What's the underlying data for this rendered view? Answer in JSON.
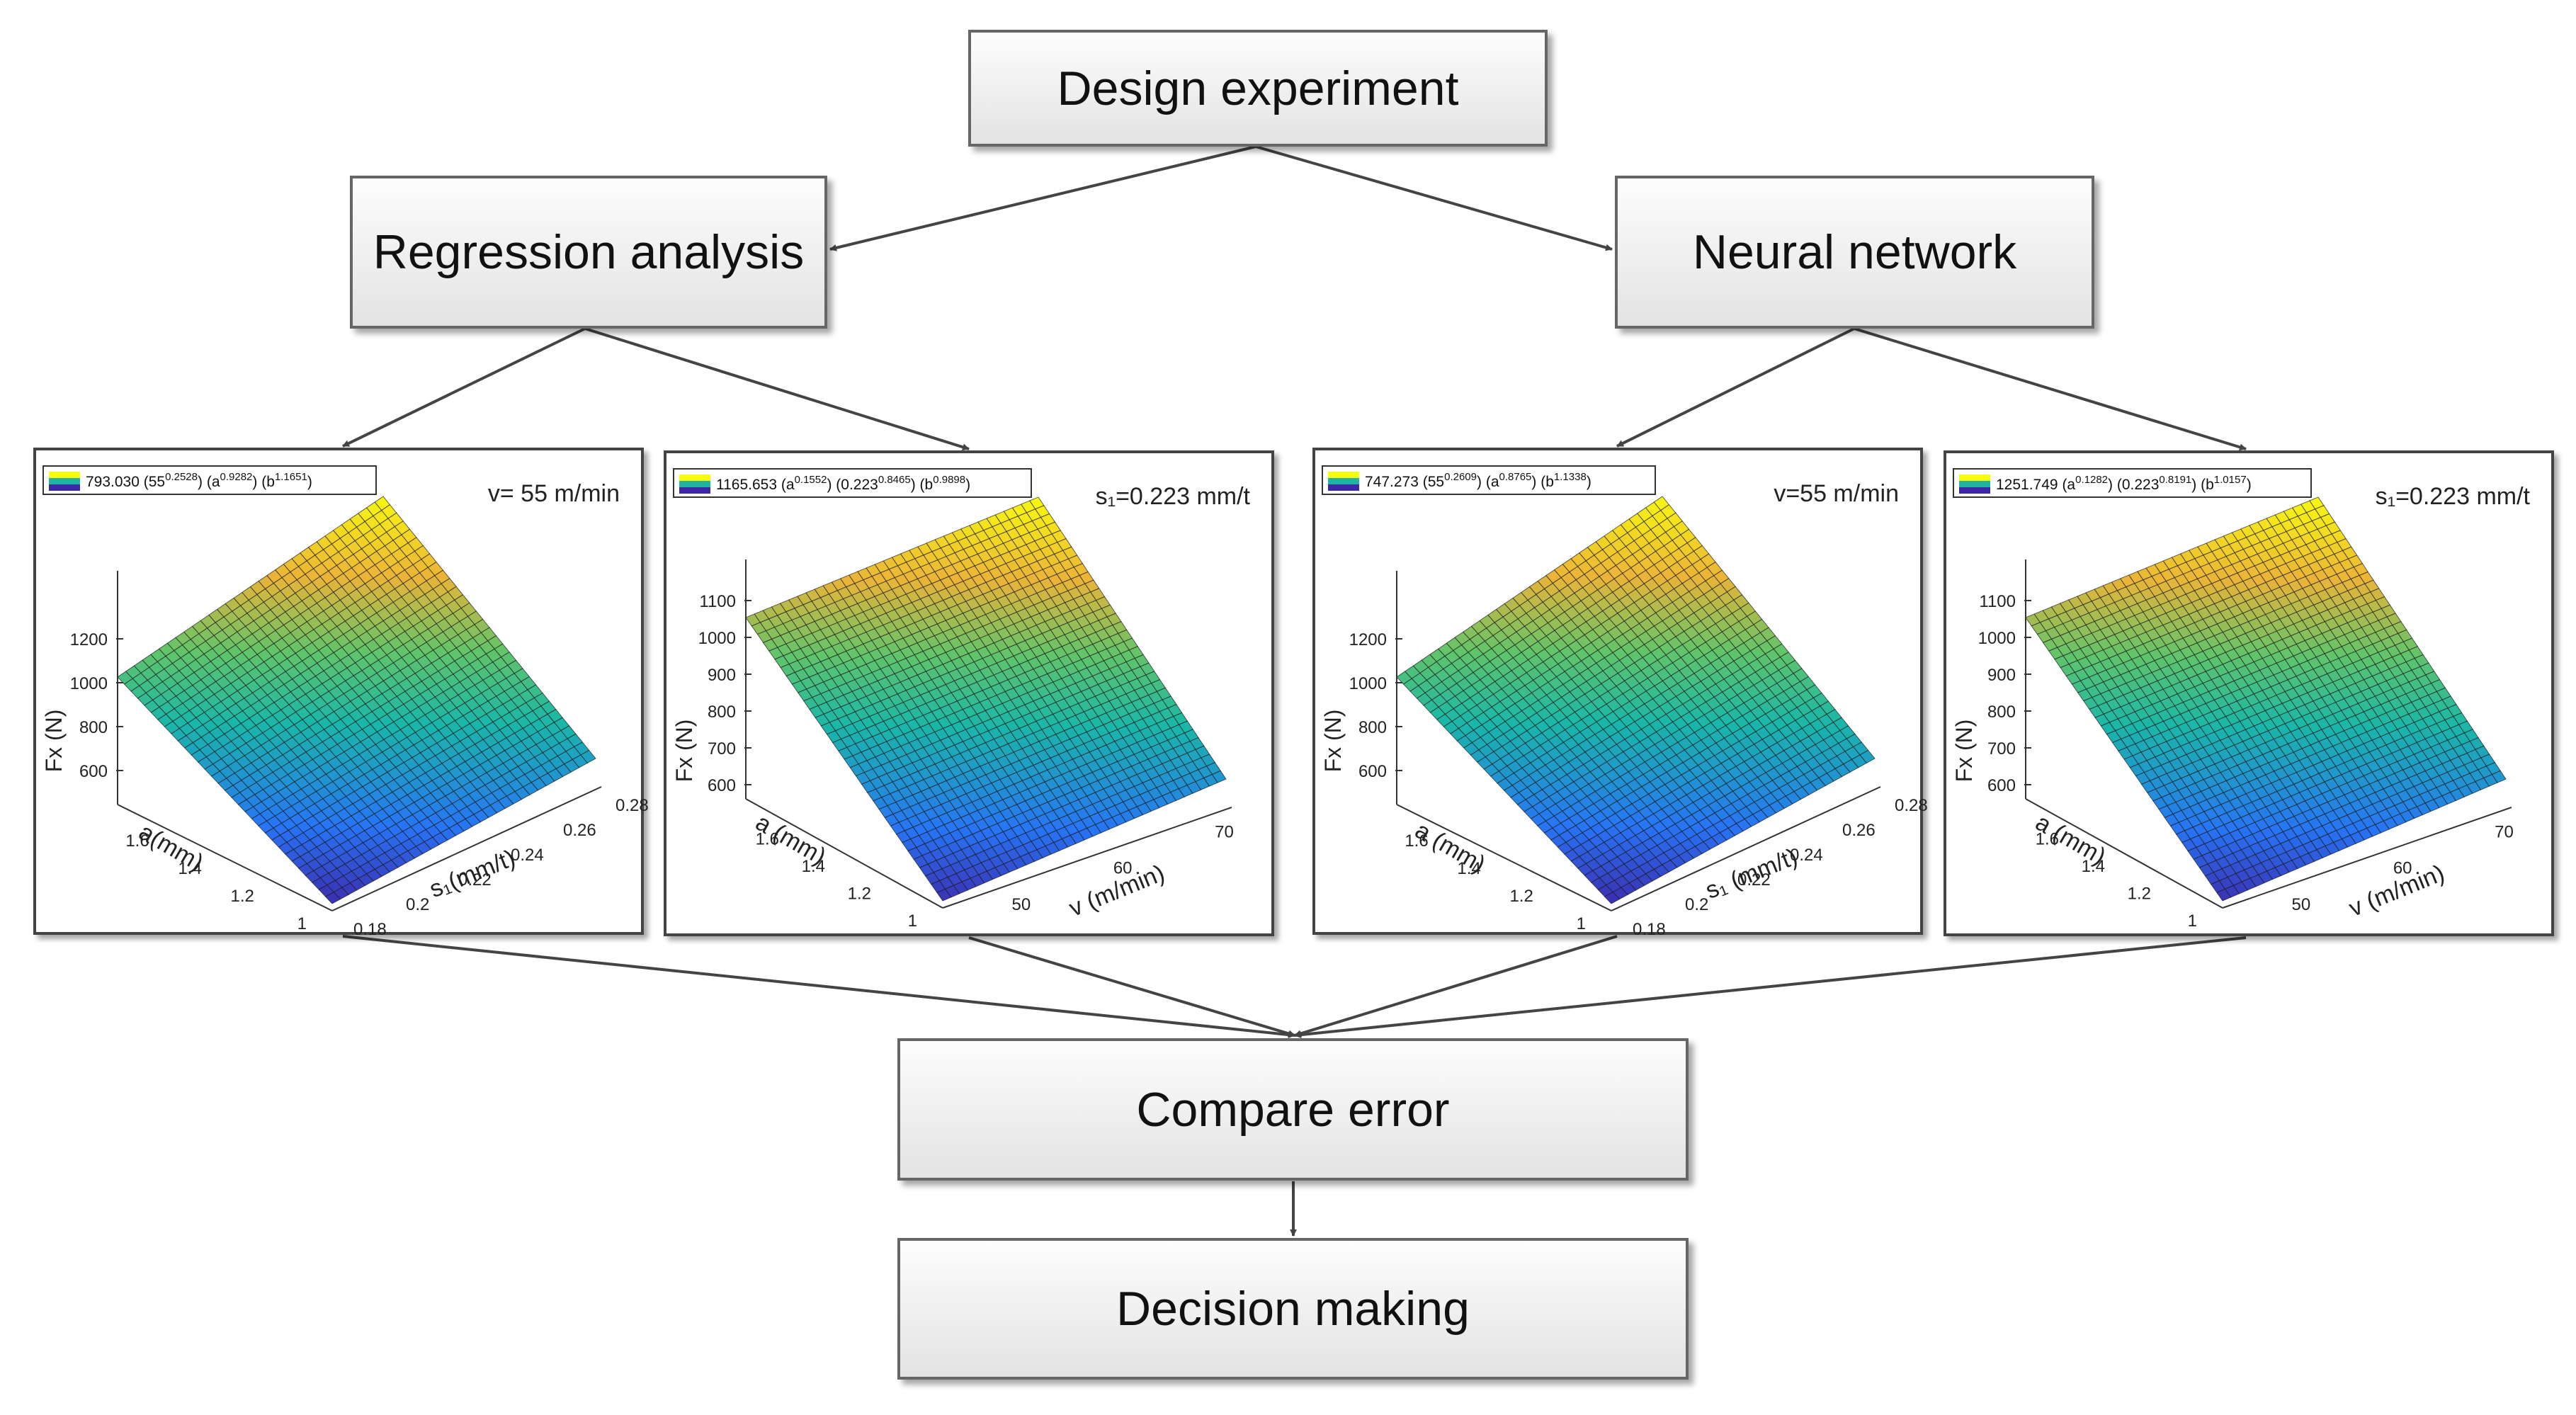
{
  "boxes": {
    "design": "Design experiment",
    "regression": "Regression analysis",
    "neural": "Neural network",
    "compare": "Compare error",
    "decision": "Decision making"
  },
  "colors": {
    "box_border": "#666666",
    "arrow": "#444444",
    "surface_low": "#3e26a8",
    "surface_mid": "#1fb4a2",
    "surface_high": "#f9fb0e"
  },
  "panels": [
    {
      "id": "reg-s1",
      "legend": {
        "coef": "793.030",
        "terms": [
          {
            "base": "(55",
            "exp": "0.2528",
            "close": ")"
          },
          {
            "base": "(a",
            "exp": "0.9282",
            "close": ")"
          },
          {
            "base": "(b",
            "exp": "1.1651",
            "close": ")"
          }
        ]
      },
      "condition": "v= 55 m/min",
      "condition_italic_prefix": "v",
      "zlabel": "Fx (N)",
      "alabel": "a(mm)",
      "xlabel": "s₁(mm/t)",
      "zticks": [
        "600",
        "800",
        "1000",
        "1200"
      ],
      "aticks": [
        "1",
        "1.2",
        "1.4",
        "1.6"
      ],
      "xticks": [
        "0.18",
        "0.2",
        "0.22",
        "0.24",
        "0.26",
        "0.28"
      ]
    },
    {
      "id": "reg-v",
      "legend": {
        "coef": "1165.653",
        "terms": [
          {
            "base": "(a",
            "exp": "0.1552",
            "close": ")"
          },
          {
            "base": "(0.223",
            "exp": "0.8465",
            "close": ")"
          },
          {
            "base": "(b",
            "exp": "0.9898",
            "close": ")"
          }
        ]
      },
      "condition": "s₁=0.223 mm/t",
      "zlabel": "Fx (N)",
      "alabel": "a (mm)",
      "xlabel": "v (m/min)",
      "zticks": [
        "600",
        "700",
        "800",
        "900",
        "1000",
        "1100"
      ],
      "aticks": [
        "1",
        "1.2",
        "1.4",
        "1.6"
      ],
      "xticks": [
        "50",
        "60",
        "70"
      ]
    },
    {
      "id": "nn-s1",
      "legend": {
        "coef": "747.273",
        "terms": [
          {
            "base": "(55",
            "exp": "0.2609",
            "close": ")"
          },
          {
            "base": "(a",
            "exp": "0.8765",
            "close": ")"
          },
          {
            "base": "(b",
            "exp": "1.1338",
            "close": ")"
          }
        ]
      },
      "condition": "v=55 m/min",
      "zlabel": "Fx (N)",
      "alabel": "a (mm)",
      "xlabel": "s₁ (mm/t)",
      "zticks": [
        "600",
        "800",
        "1000",
        "1200"
      ],
      "aticks": [
        "1",
        "1.2",
        "1.4",
        "1.6"
      ],
      "xticks": [
        "0.18",
        "0.2",
        "0.22",
        "0.24",
        "0.26",
        "0.28"
      ]
    },
    {
      "id": "nn-v",
      "legend": {
        "coef": "1251.749",
        "terms": [
          {
            "base": "(a",
            "exp": "0.1282",
            "close": ")"
          },
          {
            "base": "(0.223",
            "exp": "0.8191",
            "close": ")"
          },
          {
            "base": "(b",
            "exp": "1.0157",
            "close": ")"
          }
        ]
      },
      "condition": "s₁=0.223 mm/t",
      "zlabel": "Fx (N)",
      "alabel": "a (mm)",
      "xlabel": "v (m/min)",
      "zticks": [
        "600",
        "700",
        "800",
        "900",
        "1000",
        "1100"
      ],
      "aticks": [
        "1",
        "1.2",
        "1.4",
        "1.6"
      ],
      "xticks": [
        "50",
        "60",
        "70"
      ]
    }
  ]
}
